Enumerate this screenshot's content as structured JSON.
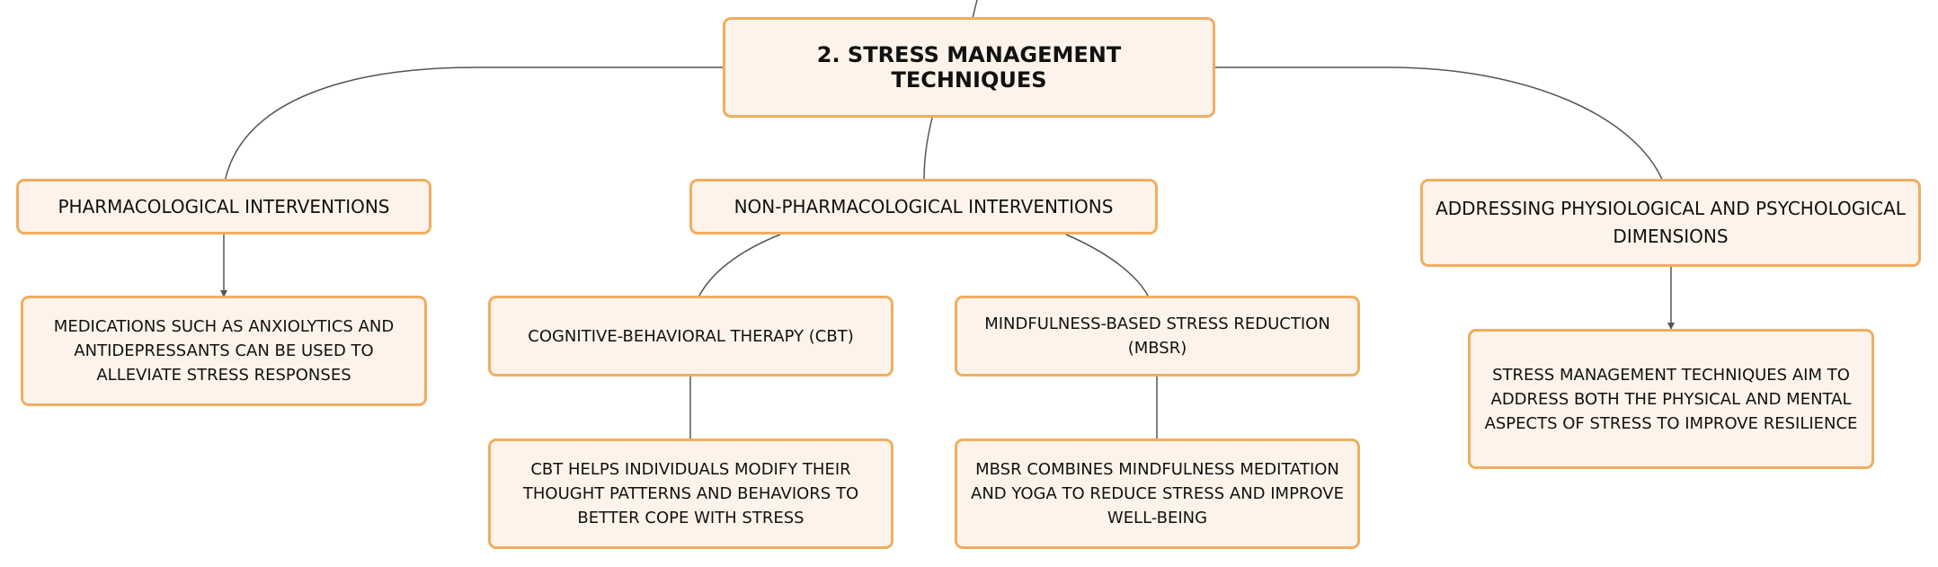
{
  "diagram": {
    "root": "2. STRESS MANAGEMENT TECHNIQUES",
    "pharmacological": {
      "title": "PHARMACOLOGICAL INTERVENTIONS",
      "detail": "MEDICATIONS SUCH AS ANXIOLYTICS AND ANTIDEPRESSANTS CAN BE USED TO ALLEVIATE STRESS RESPONSES"
    },
    "non_pharmacological": {
      "title": "NON-PHARMACOLOGICAL INTERVENTIONS",
      "cbt": {
        "title": "COGNITIVE-BEHAVIORAL THERAPY (CBT)",
        "detail": "CBT HELPS INDIVIDUALS MODIFY THEIR THOUGHT PATTERNS AND BEHAVIORS TO BETTER COPE WITH STRESS"
      },
      "mbsr": {
        "title": "MINDFULNESS-BASED STRESS REDUCTION (MBSR)",
        "detail": "MBSR COMBINES MINDFULNESS MEDITATION AND YOGA TO REDUCE STRESS AND IMPROVE WELL-BEING"
      }
    },
    "dimensions": {
      "title": "ADDRESSING PHYSIOLOGICAL AND PSYCHOLOGICAL DIMENSIONS",
      "detail": "STRESS MANAGEMENT TECHNIQUES AIM TO ADDRESS BOTH THE PHYSICAL AND MENTAL ASPECTS OF STRESS TO IMPROVE RESILIENCE"
    },
    "colors": {
      "node_fill": "#fdf3ea",
      "node_border": "#f0ae60",
      "connector": "#555555"
    }
  }
}
